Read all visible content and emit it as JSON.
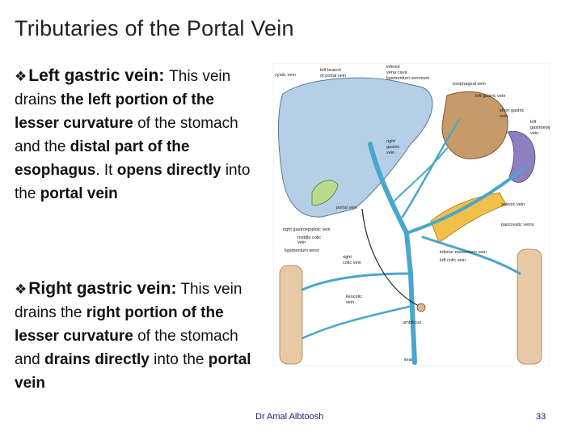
{
  "title": "Tributaries of the Portal Vein",
  "bullets": [
    {
      "segments": [
        {
          "text": "Left gastric vein",
          "style": "head"
        },
        {
          "text": ": ",
          "style": "head"
        },
        {
          "text": "This vein drains ",
          "style": "normal"
        },
        {
          "text": "the left portion of the lesser curvature",
          "style": "bold"
        },
        {
          "text": " of the stomach and the ",
          "style": "normal"
        },
        {
          "text": "distal part of the esophagus",
          "style": "bold"
        },
        {
          "text": ". It ",
          "style": "normal"
        },
        {
          "text": "opens directly",
          "style": "bold"
        },
        {
          "text": " into the ",
          "style": "normal"
        },
        {
          "text": "portal vein",
          "style": "bold"
        }
      ]
    },
    {
      "segments": [
        {
          "text": "Right gastric vein:",
          "style": "head"
        },
        {
          "text": " This vein drains the ",
          "style": "normal"
        },
        {
          "text": "right portion of the lesser curvature",
          "style": "bold"
        },
        {
          "text": " of the stomach and ",
          "style": "normal"
        },
        {
          "text": "drains directly",
          "style": "bold"
        },
        {
          "text": " into the ",
          "style": "normal"
        },
        {
          "text": "portal vein",
          "style": "bold"
        }
      ]
    }
  ],
  "figure_labels": {
    "cystic_vein": "cystic vein",
    "left_branch_1": "left branch",
    "left_branch_2": "of portal vein",
    "inferior_vena_cava_1": "inferior",
    "inferior_vena_cava_2": "vena cava",
    "ligamentum_venosum": "ligamentum venosum",
    "esophageal_vein": "esophageal vein",
    "left_gastric_vein": "left gastric vein",
    "short_gastric_1": "short gastric",
    "short_gastric_2": "vein",
    "left_gastroepiploic_1": "left",
    "left_gastroepiploic_2": "gastroepiploic",
    "left_gastroepiploic_3": "vein",
    "right_gastric_1": "right",
    "right_gastric_2": "gastric",
    "right_gastric_3": "vein",
    "portal_vein": "portal vein",
    "splenic_vein": "splenic vein",
    "pancreatic_veins": "pancreatic veins",
    "right_gastroepiploic": "right gastroepiploic vein",
    "middle_colic_1": "middle colic",
    "middle_colic_2": "vein",
    "ligamentum_teres": "ligamentum teres",
    "right_colic_1": "right",
    "right_colic_2": "colic vein",
    "inferior_mesenteric": "inferior mesenteric vein",
    "left_colic": "left colic vein",
    "ileocolic_1": "ileocolic",
    "ileocolic_2": "vein",
    "umbilicus": "umbilicus",
    "ileal": "ileal"
  },
  "footer": {
    "author": "Dr Amal Albtoosh",
    "page": "33"
  },
  "colors": {
    "liver": "#b5cfe6",
    "vein": "#4aa6cc",
    "stomach": "#c79a6a",
    "spleen": "#8e7fbf",
    "pancreas": "#f2c04a",
    "colon": "#e8c9a5",
    "footer_text": "#1a1a8a"
  }
}
